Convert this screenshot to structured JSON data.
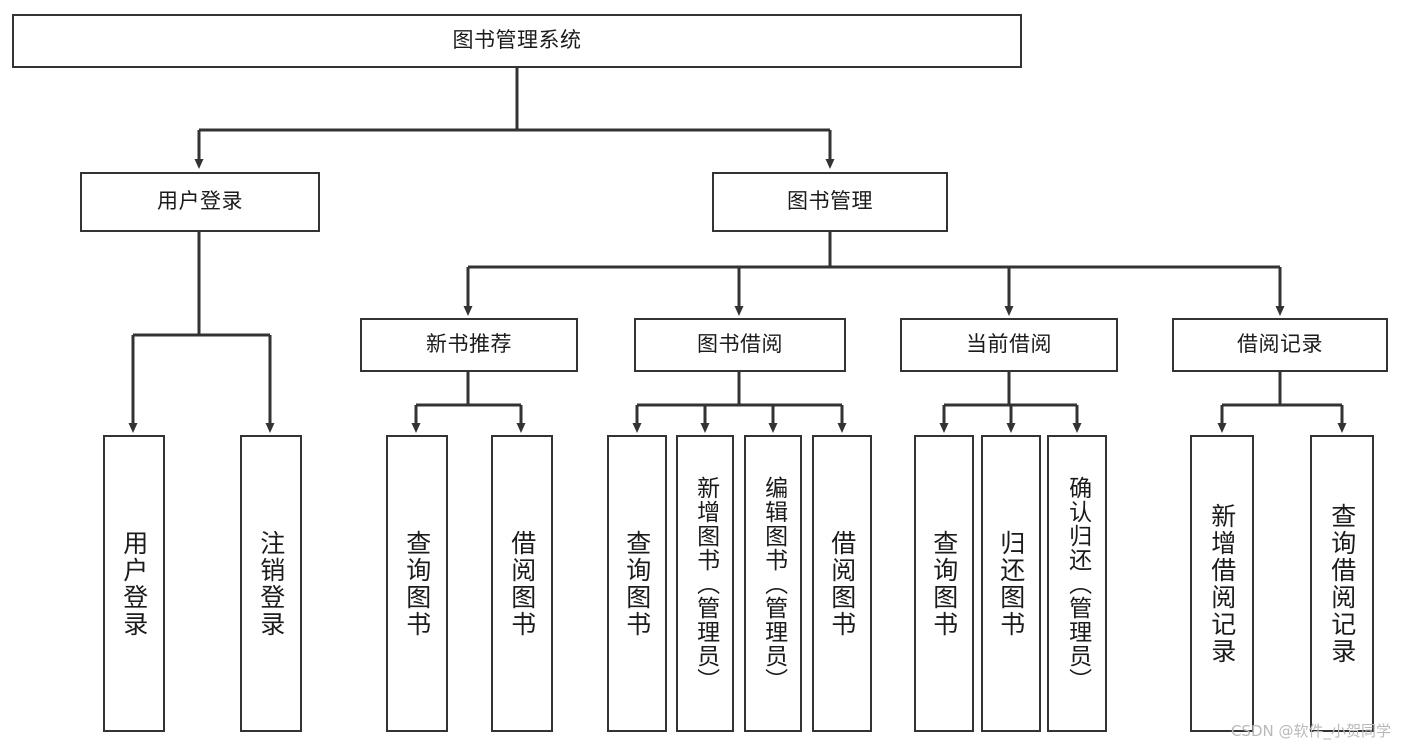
{
  "diagram": {
    "title": "图书管理系统",
    "watermark": "CSDN @软件_小贺同学",
    "colors": {
      "border": "#333333",
      "background": "#ffffff",
      "text": "#1b1b1b",
      "link": "#333333",
      "watermark": "#b9b9b9"
    },
    "nodes": {
      "root": {
        "label": "图书管理系统"
      },
      "level2": [
        {
          "label": "用户登录"
        },
        {
          "label": "图书管理"
        }
      ],
      "level3": [
        {
          "label": "新书推荐"
        },
        {
          "label": "图书借阅"
        },
        {
          "label": "当前借阅"
        },
        {
          "label": "借阅记录"
        }
      ],
      "leaves": {
        "user_login": [
          {
            "label": "用户登录"
          },
          {
            "label": "注销登录"
          }
        ],
        "new_book": [
          {
            "label": "查询图书"
          },
          {
            "label": "借阅图书"
          }
        ],
        "book_borrow": [
          {
            "label": "查询图书"
          },
          {
            "label": "新增图书（管理员）"
          },
          {
            "label": "编辑图书（管理员）"
          },
          {
            "label": "借阅图书"
          }
        ],
        "current_borrow": [
          {
            "label": "查询图书"
          },
          {
            "label": "归还图书"
          },
          {
            "label": "确认归还（管理员）"
          }
        ],
        "borrow_record": [
          {
            "label": "新增借阅记录"
          },
          {
            "label": "查询借阅记录"
          }
        ]
      }
    }
  }
}
